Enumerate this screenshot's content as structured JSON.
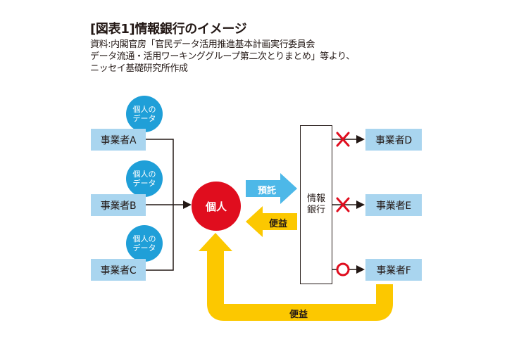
{
  "header": {
    "title": "[図表1]情報銀行のイメージ",
    "source_lines": [
      "資料:内閣官房「官民データ活用推進基本計画実行委員会",
      "データ流通・活用ワーキンググループ第二次とりまとめ」等より、",
      "ニッセイ基礎研究所作成"
    ]
  },
  "diagram": {
    "data_bubble_line1": "個人の",
    "data_bubble_line2": "データ",
    "left_operators": [
      "事業者A",
      "事業者B",
      "事業者C"
    ],
    "person": "個人",
    "bank_line1": "情報",
    "bank_line2": "銀行",
    "entrust_label": "預託",
    "benefit_label": "便益",
    "bottom_benefit_label": "便益",
    "right_operators": [
      "事業者D",
      "事業者E",
      "事業者F"
    ],
    "right_status": [
      "denied",
      "denied",
      "allowed"
    ]
  },
  "colors": {
    "operator_box": "#a9d5ef",
    "data_bubble": "#1f9fd8",
    "person": "#e00d1e",
    "entrust_arrow": "#4db8e8",
    "benefit_arrow": "#fcc800",
    "cross_mark": "#e00d1e",
    "circle_mark": "#e00d1e"
  }
}
